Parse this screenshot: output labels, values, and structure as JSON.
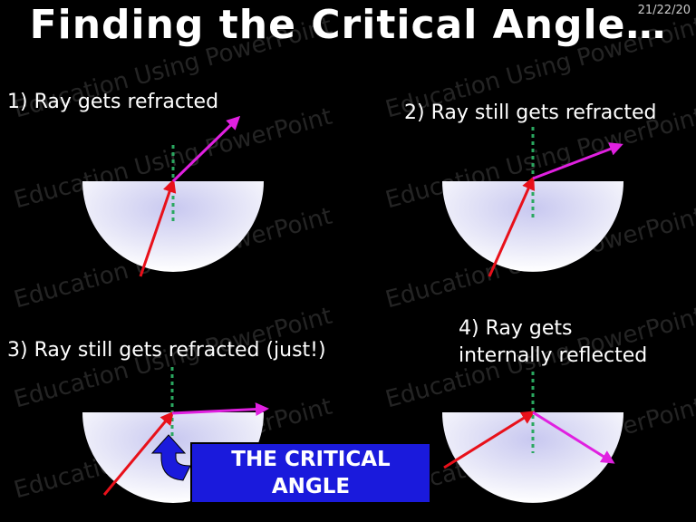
{
  "slide": {
    "title": "Finding the Critical Angle…",
    "date": "21/22/20"
  },
  "panels": [
    {
      "caption": "1) Ray gets refracted"
    },
    {
      "caption": "2) Ray still gets refracted"
    },
    {
      "caption": "3) Ray still gets refracted (just!)"
    },
    {
      "caption": "4) Ray gets\ninternally reflected"
    }
  ],
  "callout": {
    "text": "THE CRITICAL ANGLE"
  },
  "watermark": {
    "text": "Education Using PowerPoint"
  },
  "colors": {
    "background": "#000000",
    "incident_ray": "#e8101a",
    "refracted_ray": "#e020e0",
    "normal": "#2aa860",
    "glass": "#e8e8f8",
    "callout_box": "#1a1adc",
    "arrow_icon": "#1a1adc"
  }
}
